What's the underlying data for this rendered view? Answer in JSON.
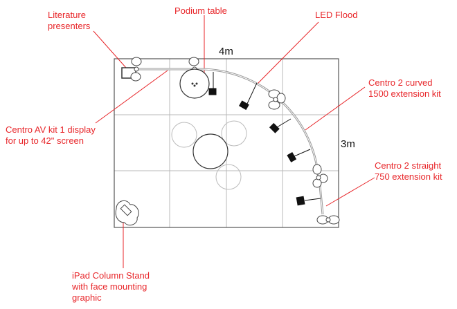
{
  "dimensions": {
    "width": "4m",
    "depth": "3m"
  },
  "labels": {
    "literature_presenters": [
      "Literature",
      "presenters"
    ],
    "podium_table": [
      "Podium table"
    ],
    "led_flood": [
      "LED Flood"
    ],
    "centro_curved": [
      "Centro 2 curved",
      "1500 extension kit"
    ],
    "centro_av": [
      "Centro AV kit 1 display",
      "for up to 42\" screen"
    ],
    "centro_straight": [
      "Centro 2 straight",
      "750 extension kit"
    ],
    "ipad_stand": [
      "iPad Column Stand",
      "with face mounting",
      "graphic"
    ]
  },
  "colors": {
    "label": "#e8262a",
    "leader": "#e8262a",
    "grid": "#b0b0b0",
    "outline": "#444444",
    "frame": "#9a9a9a"
  }
}
